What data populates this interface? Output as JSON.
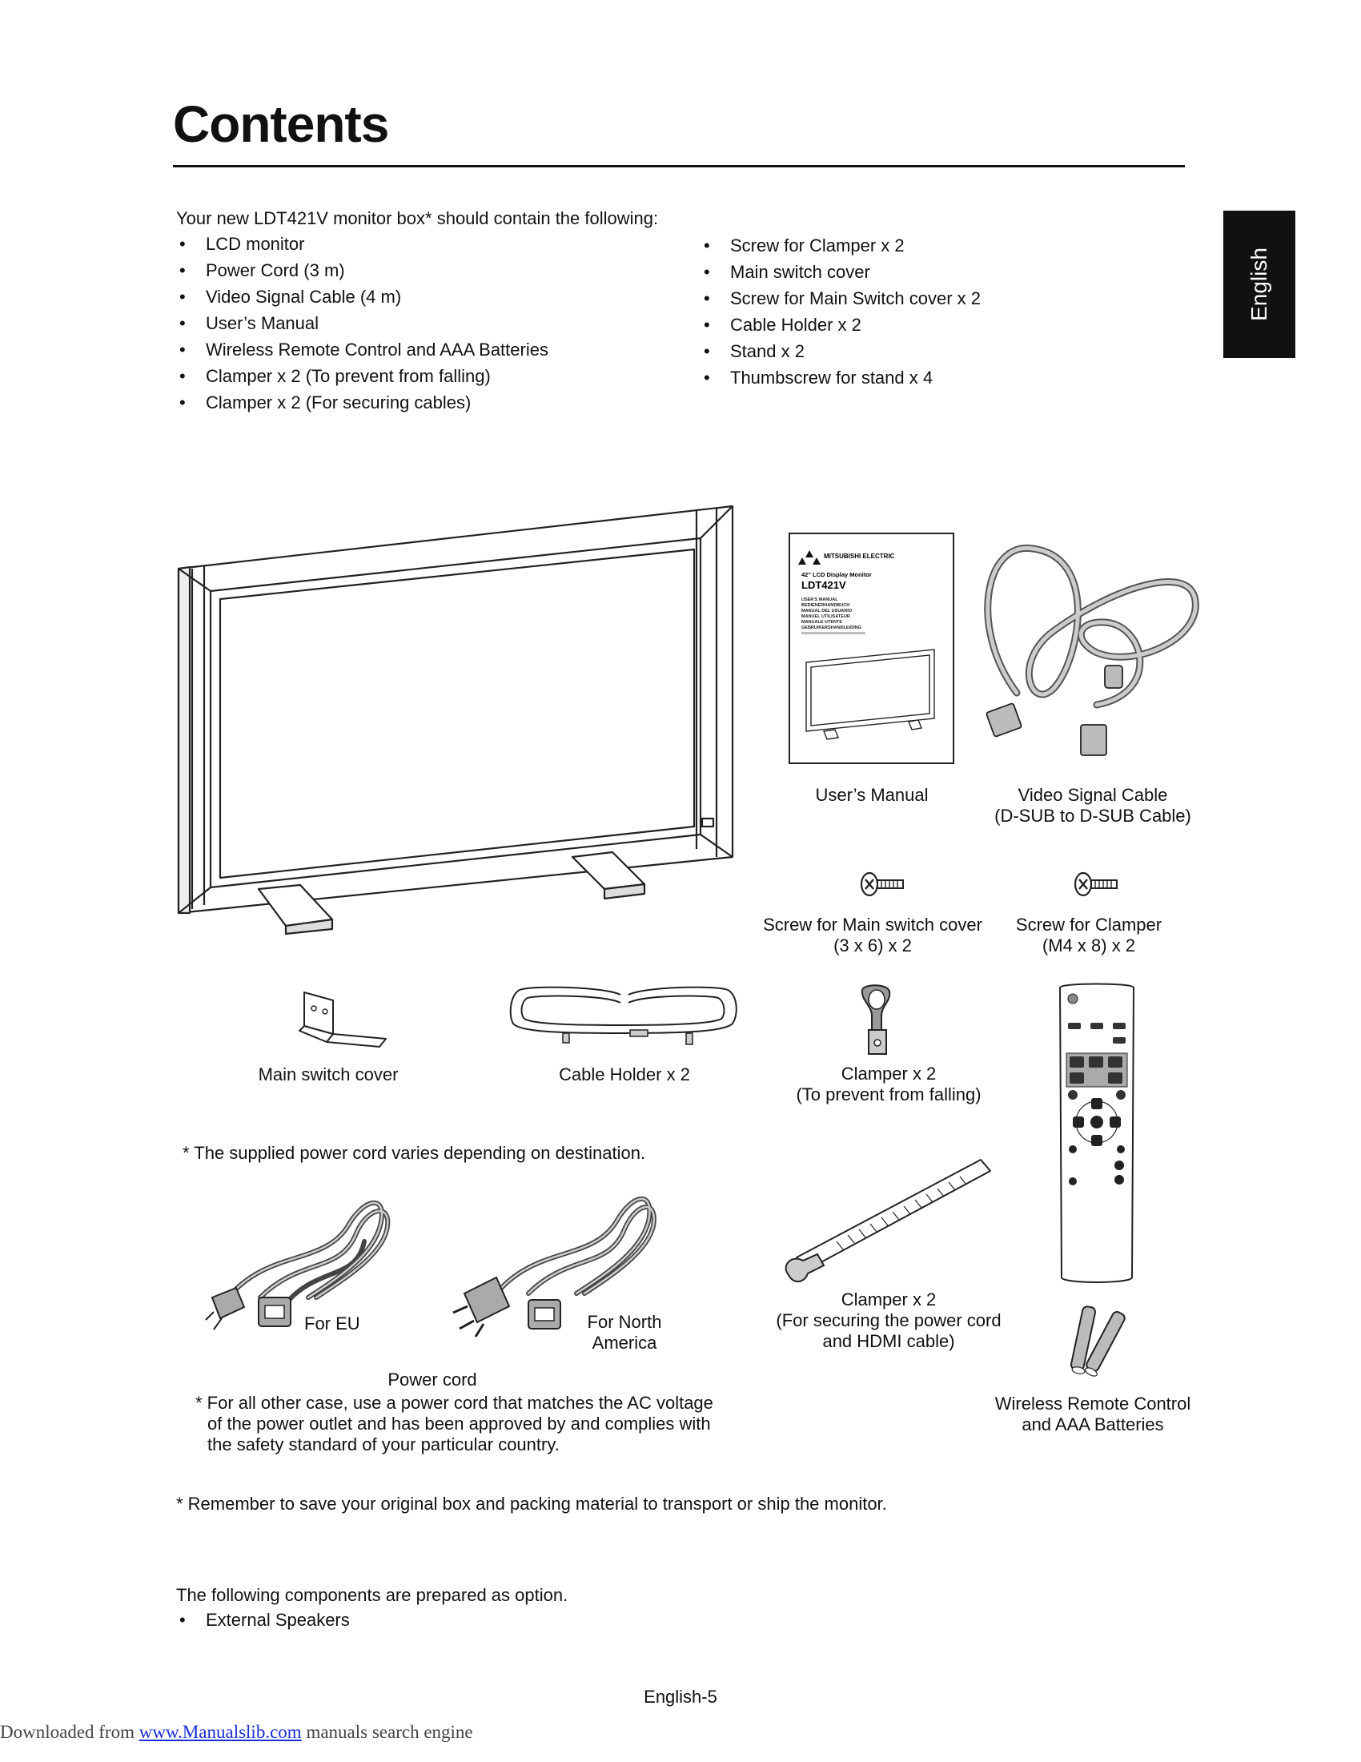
{
  "page": {
    "title": "Contents",
    "side_tab": "English",
    "page_number": "English-5"
  },
  "intro": "Your new LDT421V monitor box* should contain the following:",
  "box_items_left": [
    "LCD monitor",
    "Power Cord (3 m)",
    "Video Signal Cable (4 m)",
    "User’s Manual",
    "Wireless Remote Control and AAA Batteries",
    "Clamper x 2 (To prevent from falling)",
    "Clamper x 2 (For securing cables)"
  ],
  "box_items_right": [
    "Screw for Clamper x 2",
    "Main switch cover",
    "Screw for Main Switch cover x 2",
    "Cable Holder x 2",
    "Stand x 2",
    "Thumbscrew for stand x 4"
  ],
  "illustrations": {
    "manual_cover": {
      "brand": "MITSUBISHI ELECTRIC",
      "subtitle": "42\" LCD Display Monitor",
      "model": "LDT421V",
      "languages": [
        "USER'S MANUAL",
        "BEDIENERHANDBUCH",
        "MANUAL DEL USUARIO",
        "MANUEL UTILISATEUR",
        "MANUALE UTENTE",
        "GEBRUIKERSHANDLEIDING"
      ]
    },
    "users_manual": "User’s Manual",
    "video_cable_line1": "Video Signal Cable",
    "video_cable_line2": "(D-SUB to D-SUB Cable)",
    "screw_main_line1": "Screw for Main switch cover",
    "screw_main_line2": "(3 x 6) x 2",
    "screw_clamper_line1": "Screw for Clamper",
    "screw_clamper_line2": "(M4 x 8) x 2",
    "main_switch_cover": "Main switch cover",
    "cable_holder": "Cable Holder x 2",
    "clamper_fall_line1": "Clamper x 2",
    "clamper_fall_line2": "(To prevent from falling)",
    "clamper_cord_line1": "Clamper x 2",
    "clamper_cord_line2": "(For securing the power cord",
    "clamper_cord_line3": "and HDMI cable)",
    "remote_line1": "Wireless Remote Control",
    "remote_line2": "and AAA Batteries",
    "for_eu": "For EU",
    "for_na_line1": "For North",
    "for_na_line2": "America",
    "power_cord": "Power cord"
  },
  "notes": {
    "supplied_cord": "* The supplied power cord varies depending on destination.",
    "other_case_line1": "* For all other case, use a power cord that matches the AC voltage",
    "other_case_line2": "of the power outlet and has been approved by and complies with",
    "other_case_line3": "the safety standard of your particular country.",
    "remember": "* Remember to save your original box and packing material to transport or ship the monitor."
  },
  "options": {
    "intro": "The following components are prepared as option.",
    "items": [
      "External Speakers"
    ]
  },
  "footer": {
    "prefix": "Downloaded from ",
    "link": "www.Manualslib.com",
    "suffix": " manuals search engine"
  }
}
